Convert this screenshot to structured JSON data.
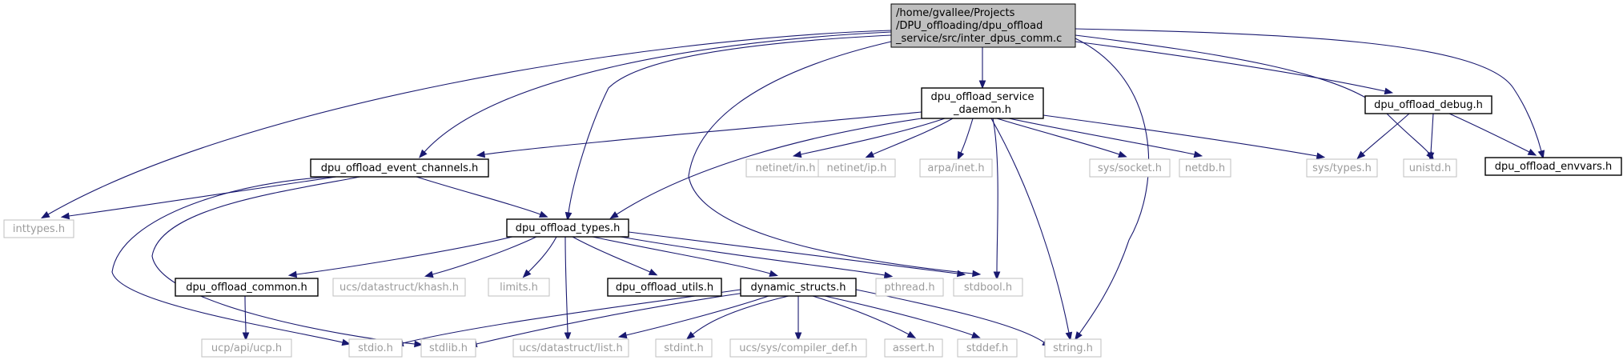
{
  "graph": {
    "type": "include-dependency-graph",
    "edge_color": "#191970",
    "root_fill": "#bfbfbf",
    "external_text_color": "#9c9c9c",
    "nodes": {
      "root": {
        "lines": [
          "/home/gvallee/Projects",
          "/DPU_offloading/dpu_offload",
          "_service/src/inter_dpus_comm.c"
        ],
        "kind": "root"
      },
      "service_daemon": {
        "lines": [
          "dpu_offload_service",
          "_daemon.h"
        ],
        "kind": "doc"
      },
      "debug": {
        "lines": [
          "dpu_offload_debug.h"
        ],
        "kind": "doc"
      },
      "envvars": {
        "lines": [
          "dpu_offload_envvars.h"
        ],
        "kind": "doc"
      },
      "event_channels": {
        "lines": [
          "dpu_offload_event_channels.h"
        ],
        "kind": "doc"
      },
      "types": {
        "lines": [
          "dpu_offload_types.h"
        ],
        "kind": "doc"
      },
      "common": {
        "lines": [
          "dpu_offload_common.h"
        ],
        "kind": "doc"
      },
      "utils": {
        "lines": [
          "dpu_offload_utils.h"
        ],
        "kind": "doc"
      },
      "dynamic_structs": {
        "lines": [
          "dynamic_structs.h"
        ],
        "kind": "doc"
      },
      "inttypes": {
        "lines": [
          "inttypes.h"
        ],
        "kind": "ext"
      },
      "netinet_in": {
        "lines": [
          "netinet/in.h"
        ],
        "kind": "ext"
      },
      "netinet_ip": {
        "lines": [
          "netinet/ip.h"
        ],
        "kind": "ext"
      },
      "arpa_inet": {
        "lines": [
          "arpa/inet.h"
        ],
        "kind": "ext"
      },
      "sys_socket": {
        "lines": [
          "sys/socket.h"
        ],
        "kind": "ext"
      },
      "netdb": {
        "lines": [
          "netdb.h"
        ],
        "kind": "ext"
      },
      "sys_types": {
        "lines": [
          "sys/types.h"
        ],
        "kind": "ext"
      },
      "unistd": {
        "lines": [
          "unistd.h"
        ],
        "kind": "ext"
      },
      "khash": {
        "lines": [
          "ucs/datastruct/khash.h"
        ],
        "kind": "ext"
      },
      "limits": {
        "lines": [
          "limits.h"
        ],
        "kind": "ext"
      },
      "pthread": {
        "lines": [
          "pthread.h"
        ],
        "kind": "ext"
      },
      "stdbool": {
        "lines": [
          "stdbool.h"
        ],
        "kind": "ext"
      },
      "ucp": {
        "lines": [
          "ucp/api/ucp.h"
        ],
        "kind": "ext"
      },
      "stdio": {
        "lines": [
          "stdio.h"
        ],
        "kind": "ext"
      },
      "stdlib": {
        "lines": [
          "stdlib.h"
        ],
        "kind": "ext"
      },
      "list": {
        "lines": [
          "ucs/datastruct/list.h"
        ],
        "kind": "ext"
      },
      "stdint": {
        "lines": [
          "stdint.h"
        ],
        "kind": "ext"
      },
      "compiler_def": {
        "lines": [
          "ucs/sys/compiler_def.h"
        ],
        "kind": "ext"
      },
      "assert": {
        "lines": [
          "assert.h"
        ],
        "kind": "ext"
      },
      "stddef": {
        "lines": [
          "stddef.h"
        ],
        "kind": "ext"
      },
      "string": {
        "lines": [
          "string.h"
        ],
        "kind": "ext"
      }
    },
    "edges": [
      [
        "root",
        "service_daemon"
      ],
      [
        "root",
        "debug"
      ],
      [
        "root",
        "envvars"
      ],
      [
        "root",
        "unistd"
      ],
      [
        "root",
        "event_channels"
      ],
      [
        "root",
        "types"
      ],
      [
        "root",
        "inttypes"
      ],
      [
        "root",
        "stdbool"
      ],
      [
        "root",
        "string"
      ],
      [
        "service_daemon",
        "event_channels"
      ],
      [
        "service_daemon",
        "types"
      ],
      [
        "service_daemon",
        "netinet_in"
      ],
      [
        "service_daemon",
        "netinet_ip"
      ],
      [
        "service_daemon",
        "arpa_inet"
      ],
      [
        "service_daemon",
        "sys_socket"
      ],
      [
        "service_daemon",
        "netdb"
      ],
      [
        "service_daemon",
        "sys_types"
      ],
      [
        "service_daemon",
        "stdbool"
      ],
      [
        "service_daemon",
        "string"
      ],
      [
        "debug",
        "sys_types"
      ],
      [
        "debug",
        "unistd"
      ],
      [
        "debug",
        "envvars"
      ],
      [
        "event_channels",
        "inttypes"
      ],
      [
        "event_channels",
        "types"
      ],
      [
        "event_channels",
        "stdio"
      ],
      [
        "event_channels",
        "stdlib"
      ],
      [
        "types",
        "common"
      ],
      [
        "types",
        "khash"
      ],
      [
        "types",
        "limits"
      ],
      [
        "types",
        "utils"
      ],
      [
        "types",
        "dynamic_structs"
      ],
      [
        "types",
        "pthread"
      ],
      [
        "types",
        "stdbool"
      ],
      [
        "types",
        "list"
      ],
      [
        "common",
        "ucp"
      ],
      [
        "dynamic_structs",
        "stdio"
      ],
      [
        "dynamic_structs",
        "stdlib"
      ],
      [
        "dynamic_structs",
        "list"
      ],
      [
        "dynamic_structs",
        "stdint"
      ],
      [
        "dynamic_structs",
        "compiler_def"
      ],
      [
        "dynamic_structs",
        "assert"
      ],
      [
        "dynamic_structs",
        "stddef"
      ],
      [
        "dynamic_structs",
        "string"
      ]
    ]
  }
}
